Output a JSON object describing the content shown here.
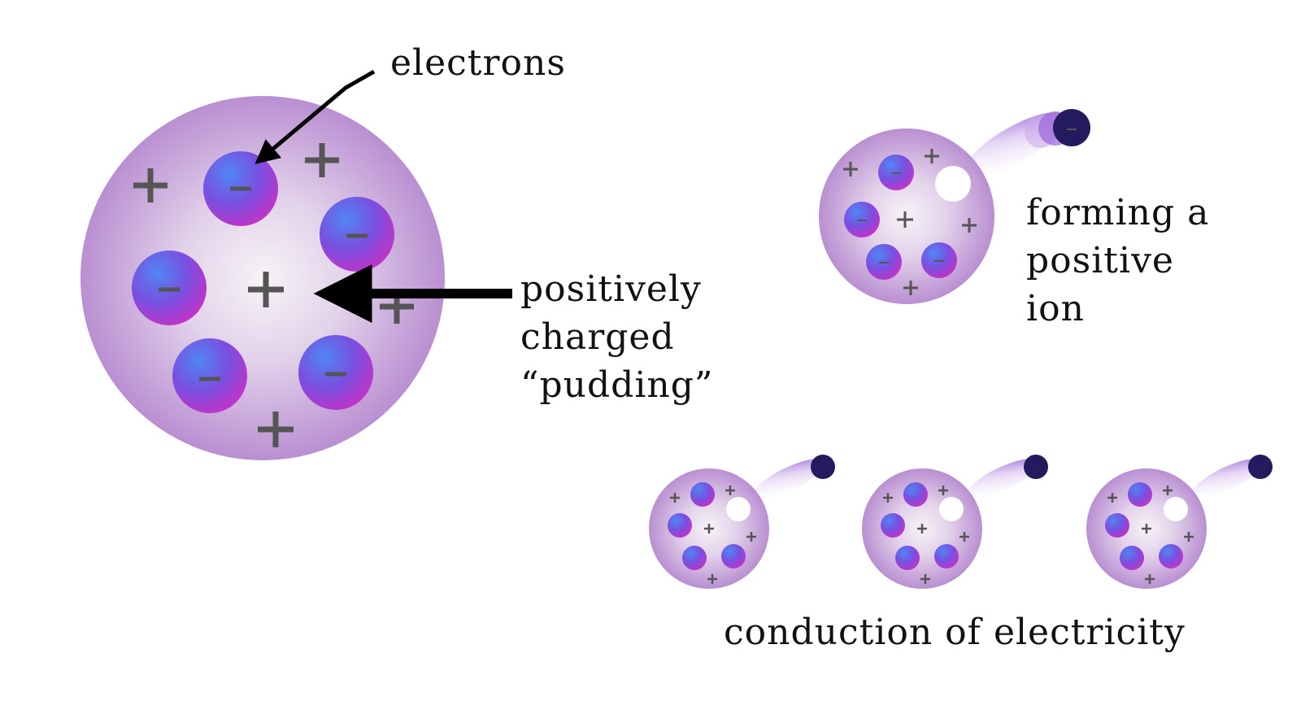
{
  "labels": {
    "electrons": "electrons",
    "pudding": [
      "positively",
      "charged",
      "“pudding”"
    ],
    "positive_ion": [
      "forming a",
      "positive",
      "ion"
    ],
    "conduction": "conduction of electricity"
  },
  "symbols": {
    "electron_sign": "−",
    "positive_sign": "+"
  },
  "colors": {
    "pudding_center": "#f4f1f4",
    "pudding_edge": "#b98fd1",
    "electron_light": "#4f7df0",
    "electron_dark": "#c233c8",
    "escaping_electron": "#241a5e",
    "sign": "#555555",
    "arrow": "#000000"
  }
}
